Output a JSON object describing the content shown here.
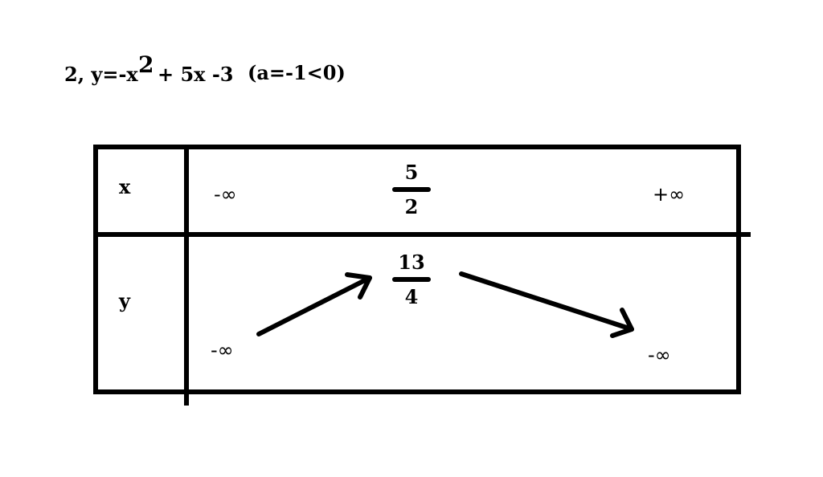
{
  "title": {
    "prefix": "2, y=-x",
    "exponent": "2",
    "rest": "+ 5x -3",
    "condition": "(a=-1<0)"
  },
  "table": {
    "row_x_label": "x",
    "row_y_label": "y",
    "x_left": "-∞",
    "x_mid_num": "5",
    "x_mid_den": "2",
    "x_right": "+∞",
    "y_left": "-∞",
    "y_peak_num": "13",
    "y_peak_den": "4",
    "y_right": "-∞"
  }
}
